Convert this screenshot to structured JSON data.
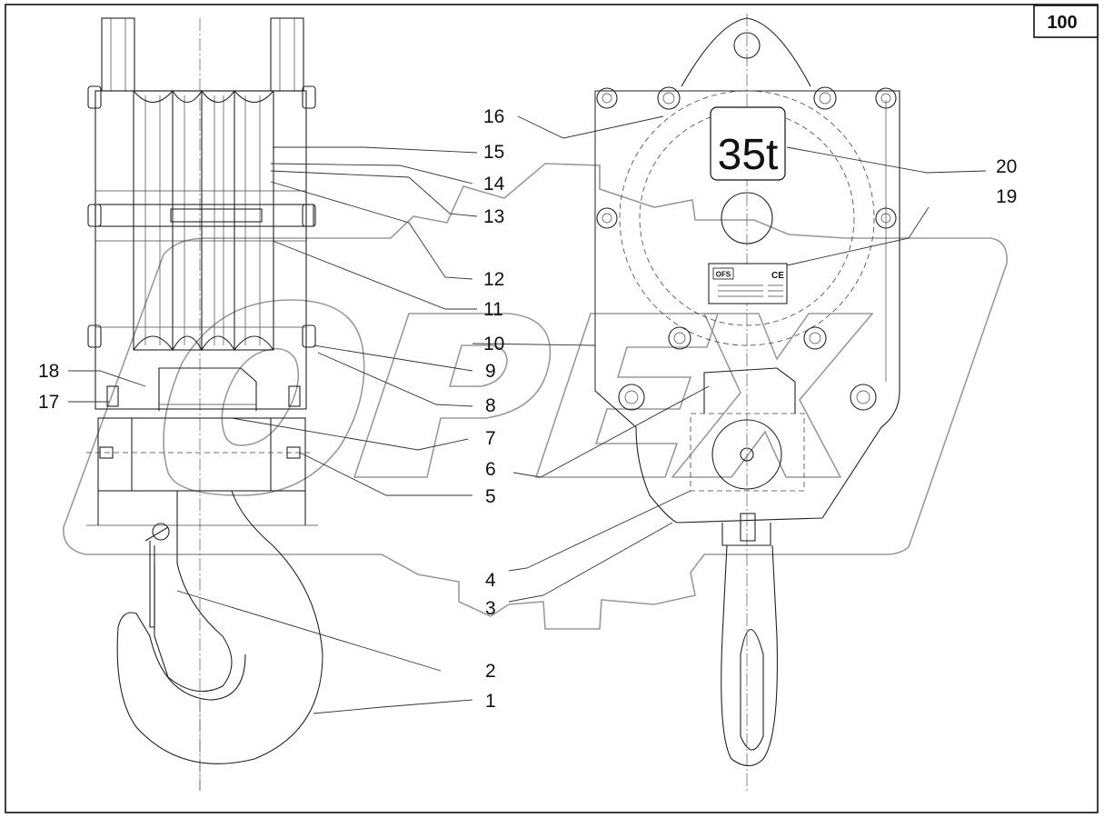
{
  "page": {
    "number": "100"
  },
  "tonnage_plate": {
    "text": "35t"
  },
  "nameplate": {
    "logo": "OFS",
    "ce_mark": "CE"
  },
  "watermark": {
    "text": "OPEX"
  },
  "callouts": [
    {
      "id": "c1",
      "label": "1"
    },
    {
      "id": "c2",
      "label": "2"
    },
    {
      "id": "c3",
      "label": "3"
    },
    {
      "id": "c4",
      "label": "4"
    },
    {
      "id": "c5",
      "label": "5"
    },
    {
      "id": "c6",
      "label": "6"
    },
    {
      "id": "c7",
      "label": "7"
    },
    {
      "id": "c8",
      "label": "8"
    },
    {
      "id": "c9",
      "label": "9"
    },
    {
      "id": "c10",
      "label": "10"
    },
    {
      "id": "c11",
      "label": "11"
    },
    {
      "id": "c12",
      "label": "12"
    },
    {
      "id": "c13",
      "label": "13"
    },
    {
      "id": "c14",
      "label": "14"
    },
    {
      "id": "c15",
      "label": "15"
    },
    {
      "id": "c16",
      "label": "16"
    },
    {
      "id": "c17",
      "label": "17"
    },
    {
      "id": "c18",
      "label": "18"
    },
    {
      "id": "c19",
      "label": "19"
    },
    {
      "id": "c20",
      "label": "20"
    }
  ]
}
